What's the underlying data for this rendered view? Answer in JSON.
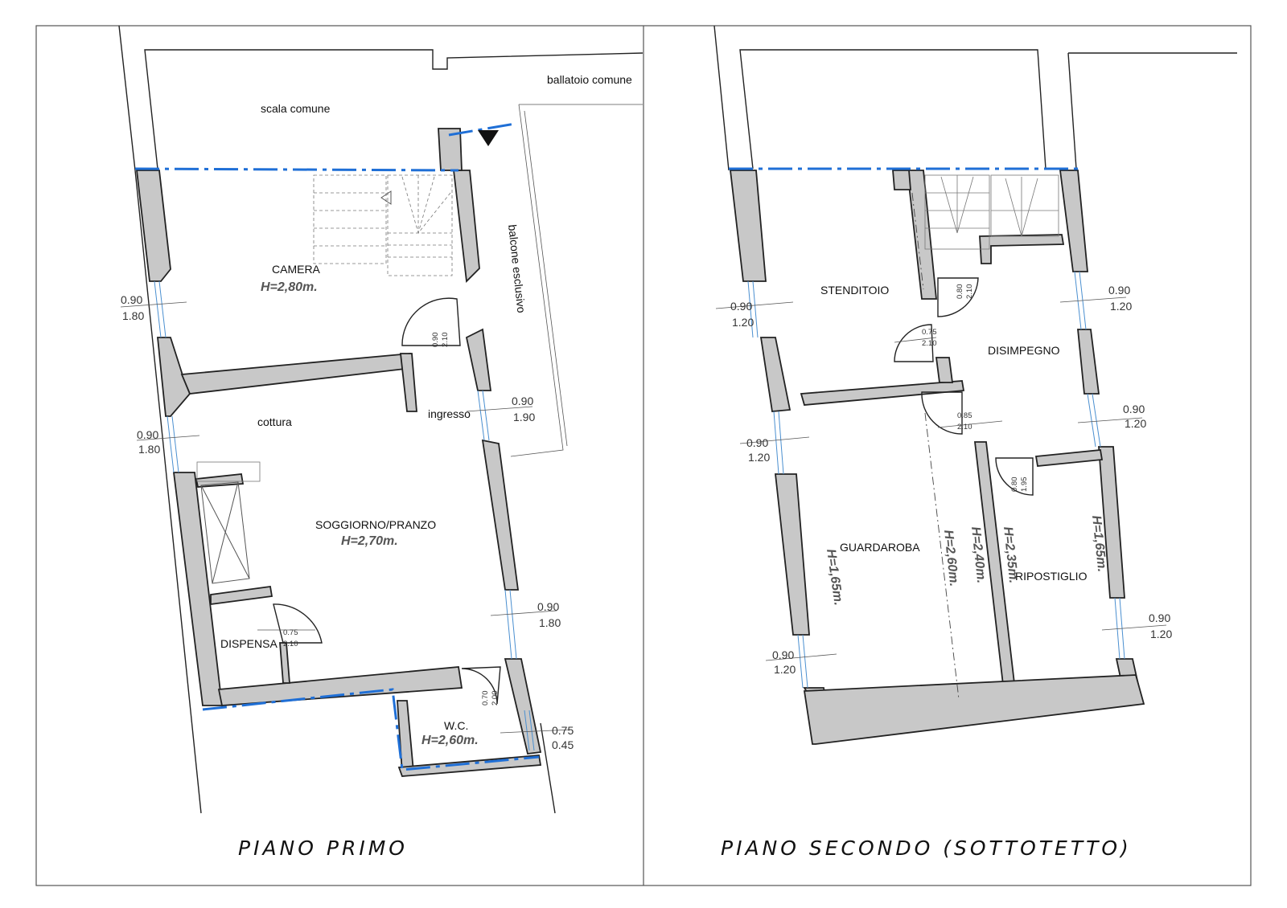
{
  "plans": {
    "first": {
      "title": "PIANO PRIMO",
      "rooms": {
        "scala": "scala comune",
        "ballatoio": "ballatoio comune",
        "camera": "CAMERA",
        "camera_h": "H=2,80m.",
        "balcone": "balcone esclusivo",
        "cottura": "cottura",
        "ingresso": "ingresso",
        "soggiorno": "SOGGIORNO/PRANZO",
        "soggiorno_h": "H=2,70m.",
        "dispensa": "DISPENSA",
        "wc": "W.C.",
        "wc_h": "H=2,60m."
      },
      "windows": [
        {
          "w": "0.90",
          "h": "1.80"
        },
        {
          "w": "0.90",
          "h": "1.80"
        },
        {
          "w": "0.90",
          "h": "1.90"
        },
        {
          "w": "0.90",
          "h": "1.80"
        },
        {
          "w": "0.75",
          "h": "0.45"
        }
      ],
      "doors": [
        {
          "w": "0.90",
          "h": "2.10"
        },
        {
          "w": "0.75",
          "h": "2.10"
        },
        {
          "w": "0.70",
          "h": "2.00"
        }
      ]
    },
    "second": {
      "title": "PIANO SECONDO (SOTTOTETTO)",
      "rooms": {
        "stenditoio": "STENDITOIO",
        "disimpegno": "DISIMPEGNO",
        "guardaroba": "GUARDAROBA",
        "ripostiglio": "RIPOSTIGLIO",
        "h165a": "H=1,65m.",
        "h260": "H=2,60m.",
        "h240": "H=2,40m.",
        "h235": "H=2,35m.",
        "h165b": "H=1,65m."
      },
      "windows": [
        {
          "w": "0.90",
          "h": "1.20"
        },
        {
          "w": "0.90",
          "h": "1.20"
        },
        {
          "w": "0.90",
          "h": "1.20"
        },
        {
          "w": "0.90",
          "h": "1.20"
        },
        {
          "w": "0.90",
          "h": "1.20"
        },
        {
          "w": "0.90",
          "h": "1.20"
        }
      ],
      "doors": [
        {
          "w": "0.80",
          "h": "2.10"
        },
        {
          "w": "0.75",
          "h": "2.10"
        },
        {
          "w": "0.85",
          "h": "2.10"
        },
        {
          "w": "0.80",
          "h": "1.95"
        }
      ]
    }
  },
  "colors": {
    "boundary": "#1f6fd6",
    "wall": "#c8c8c8",
    "ink": "#222222"
  }
}
